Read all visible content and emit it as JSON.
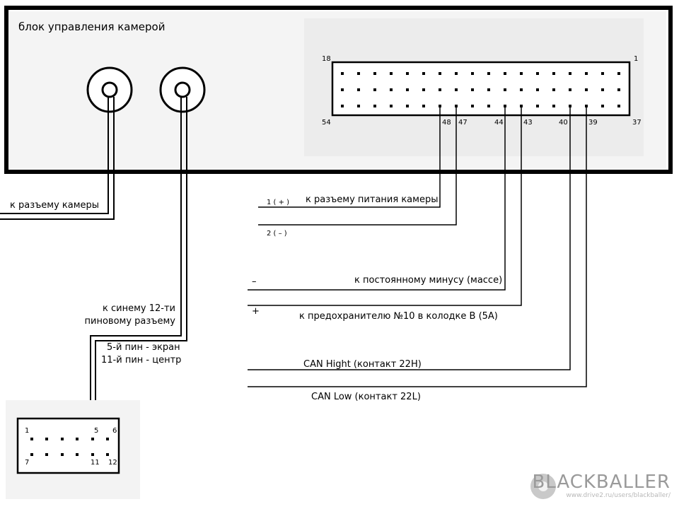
{
  "unit": {
    "title": "блок управления камерой"
  },
  "connector54": {
    "pins_top_left": "18",
    "pins_top_right": "1",
    "pins_bottom_left": "54",
    "pins_bottom_right": "37",
    "pin_labels": [
      "48",
      "47",
      "44",
      "43",
      "40",
      "39"
    ]
  },
  "wires": {
    "camera_connector": "к разъему камеры",
    "camera_power": "к разъему питания камеры",
    "power_pin1": "1 ( + )",
    "power_pin2": "2 ( – )",
    "ground_sign": "–",
    "ground": "к постоянному минусу (массе)",
    "fuse_sign": "+",
    "fuse": "к предохранителю №10 в колодке B (5A)",
    "can_high": "CAN Hight  (контакт 22H)",
    "can_low": "CAN Low  (контакт 22L)",
    "blue12_line1": "к синему 12-ти",
    "blue12_line2": "пиновому разъему",
    "pin5_screen": "5-й пин - экран",
    "pin11_center": "11-й пин - центр"
  },
  "connector12": {
    "pin1": "1",
    "pin5": "5",
    "pin6": "6",
    "pin7": "7",
    "pin11": "11",
    "pin12": "12"
  },
  "watermark": {
    "name": "BLACKBALLER",
    "url": "www.drive2.ru/users/blackballer/"
  },
  "colors": {
    "line": "#000000",
    "background": "#ffffff",
    "watermark": "#9a9a9a"
  }
}
